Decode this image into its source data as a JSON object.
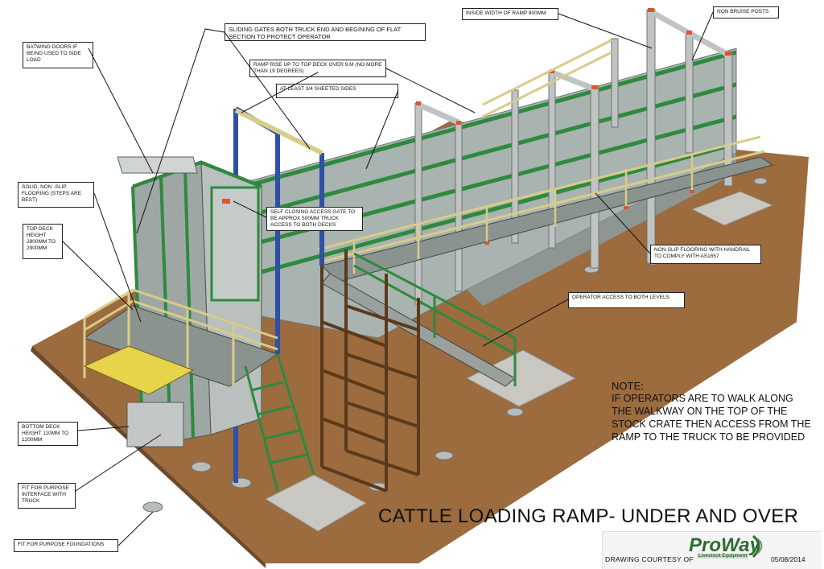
{
  "title": "CATTLE LOADING RAMP- UNDER AND OVER",
  "callouts": {
    "batwing": "BATWING DOORS IF BEING USED TO SIDE LOAD",
    "sliding_gates": "SLIDING GATES BOTH TRUCK END AND BEGINING OF FLAT SECTION TO PROTECT OPERATOR",
    "ramp_rise": "RAMP RISE UP TO TOP DECK OVER 9,M (NO MORE THAN 19 DEGREES)",
    "sheeted_sides": "AT LEAST 3/4 SHEETED SIDES",
    "inside_width": "INSIDE WIDTH OF RAMP 800MM",
    "non_bruise": "NON BRUISE POSTS",
    "solid_flooring": "SOLID, NON -SLIP FLOORING (STEPS ARE BEST)",
    "top_deck": "TOP DECK HEIGHT 2800MM TO 2900MM",
    "self_closing": "SELF CLOSING ACCESS GATE TO BE APPROX 500mm TRUCK ACCESS TO BOTH DECKS",
    "non_slip_handrail": "NON-SLIP FLOORING WITH HANDRAIL TO COMPLY WITH AS1657",
    "operator_access": "OPERATOR ACCESS TO BOTH LEVELS",
    "bottom_deck": "BOTTOM DECK HEIGHT 110mm TO 1200mm",
    "interface": "FIT FOR PURPOSE INTERFACE WITH TRUCK",
    "foundations": "FIT FOR PURPOSE FOUNDATIONS"
  },
  "note": {
    "title": "NOTE:",
    "body": "IF OPERATORS ARE TO WALK ALONG THE WALKWAY ON THE TOP OF THE STOCK CRATE THEN ACCESS FROM THE RAMP TO THE TRUCK TO BE PROVIDED"
  },
  "credit": {
    "text": "DRAWING COURTESY OF",
    "logo": "ProWay",
    "logo_sub": "Livestock Equipment",
    "date": "05/08/2014"
  },
  "colors": {
    "ground": "#9c6b3e",
    "panel": "#a9b3b0",
    "rail_green": "#2d8a3e",
    "post_grey": "#bfc4c2",
    "post_cap": "#e0542b",
    "handrail": "#d8cc8a",
    "stair_brown": "#5a3a1c",
    "blue_steel": "#2f4fa8",
    "concrete": "#c9c7c2"
  }
}
